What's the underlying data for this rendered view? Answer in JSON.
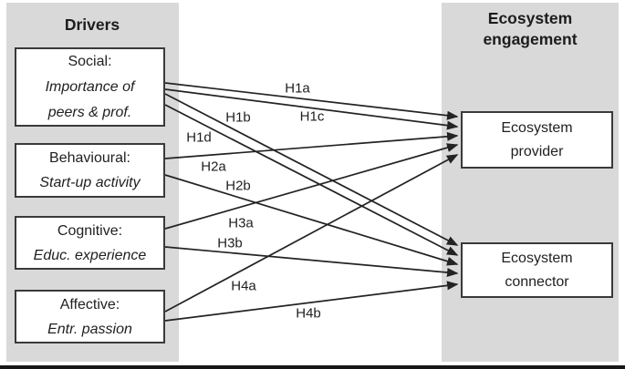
{
  "header": {
    "left_panel_title": "Drivers",
    "right_panel_title": "Ecosystem engagement"
  },
  "drivers": [
    {
      "id": "social",
      "title": "Social:",
      "subtitle": "Importance of peers & prof."
    },
    {
      "id": "behavioural",
      "title": "Behavioural:",
      "subtitle": "Start-up activity"
    },
    {
      "id": "cognitive",
      "title": "Cognitive:",
      "subtitle": "Educ. experience"
    },
    {
      "id": "affective",
      "title": "Affective:",
      "subtitle": "Entr. passion"
    }
  ],
  "outcomes": [
    {
      "id": "provider",
      "label": "Ecosystem provider"
    },
    {
      "id": "connector",
      "label": "Ecosystem connector"
    }
  ],
  "connections": [
    {
      "label": "H1a",
      "from": "social",
      "to": "provider"
    },
    {
      "label": "H1b",
      "from": "social",
      "to": "connector"
    },
    {
      "label": "H1c",
      "from": "social",
      "to": "provider"
    },
    {
      "label": "H1d",
      "from": "social",
      "to": "connector"
    },
    {
      "label": "H2a",
      "from": "behavioural",
      "to": "provider"
    },
    {
      "label": "H2b",
      "from": "behavioural",
      "to": "connector"
    },
    {
      "label": "H3a",
      "from": "cognitive",
      "to": "provider"
    },
    {
      "label": "H3b",
      "from": "cognitive",
      "to": "connector"
    },
    {
      "label": "H4a",
      "from": "affective",
      "to": "provider"
    },
    {
      "label": "H4b",
      "from": "affective",
      "to": "connector"
    }
  ],
  "colors": {
    "panel_background": "#d9d9d9",
    "box_background": "#ffffff",
    "box_border": "#3a3a3a",
    "arrow": "#232323",
    "text": "#1f1f1f"
  }
}
